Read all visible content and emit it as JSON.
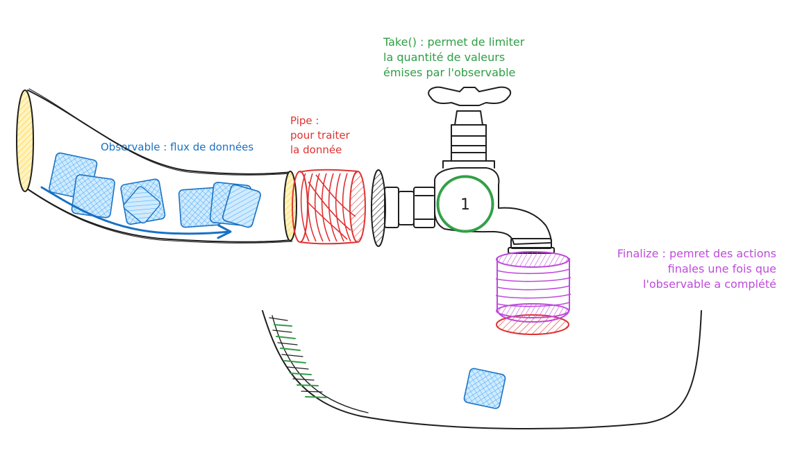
{
  "labels": {
    "take": [
      "Take() : permet de limiter",
      "la quantité de valeurs",
      "émises par l'observable"
    ],
    "pipe": [
      "Pipe :",
      "pour traiter",
      "la donnée"
    ],
    "observable": "Observable : flux de données",
    "finalize": [
      "Finalize : pemret des actions",
      "finales une fois que",
      "l'observable a complété"
    ],
    "valve_number": "1"
  },
  "colors": {
    "observable": "#1971c2",
    "pipe": "#e03131",
    "take": "#2f9e44",
    "finalize": "#be4bdb",
    "ink": "#1e1e1e",
    "ice_fill": "#a5d8ff"
  }
}
